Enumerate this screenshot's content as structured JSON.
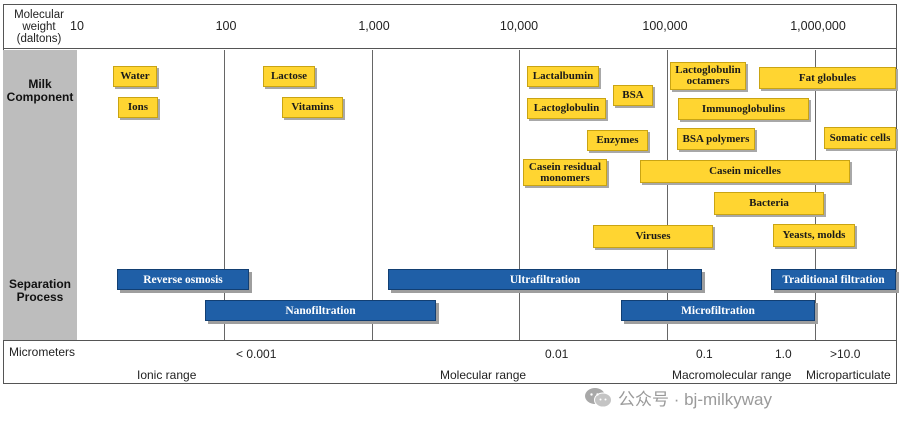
{
  "header": {
    "mw_label": "Molecular\nweight\n(daltons)",
    "ticks": [
      "10",
      "100",
      "1,000",
      "10,000",
      "100,000",
      "1,000,000"
    ]
  },
  "rows": {
    "milk": "Milk\nComponent",
    "separation": "Separation\nProcess"
  },
  "milk_components": [
    "Water",
    "Ions",
    "Lactose",
    "Vitamins",
    "Lactalbumin",
    "Lactoglobulin",
    "BSA",
    "Lactoglobulin\noctamers",
    "Fat globules",
    "Immunoglobulins",
    "Enzymes",
    "BSA polymers",
    "Somatic cells",
    "Casein residual\nmonomers",
    "Casein micelles",
    "Bacteria",
    "Viruses",
    "Yeasts, molds"
  ],
  "processes": [
    "Reverse osmosis",
    "Ultrafiltration",
    "Traditional filtration",
    "Nanofiltration",
    "Microfiltration"
  ],
  "micrometers": {
    "label": "Micrometers",
    "values": [
      "< 0.001",
      "0.01",
      "0.1",
      "1.0",
      ">10.0"
    ]
  },
  "ranges": [
    "Ionic range",
    "Molecular range",
    "Macromolecular range",
    "Microparticulate"
  ],
  "watermark": "公众号 · bj-milkyway",
  "colors": {
    "component_fill": "#ffd531",
    "process_fill": "#1f5fa7",
    "panel_gray": "#bdbdbd"
  }
}
